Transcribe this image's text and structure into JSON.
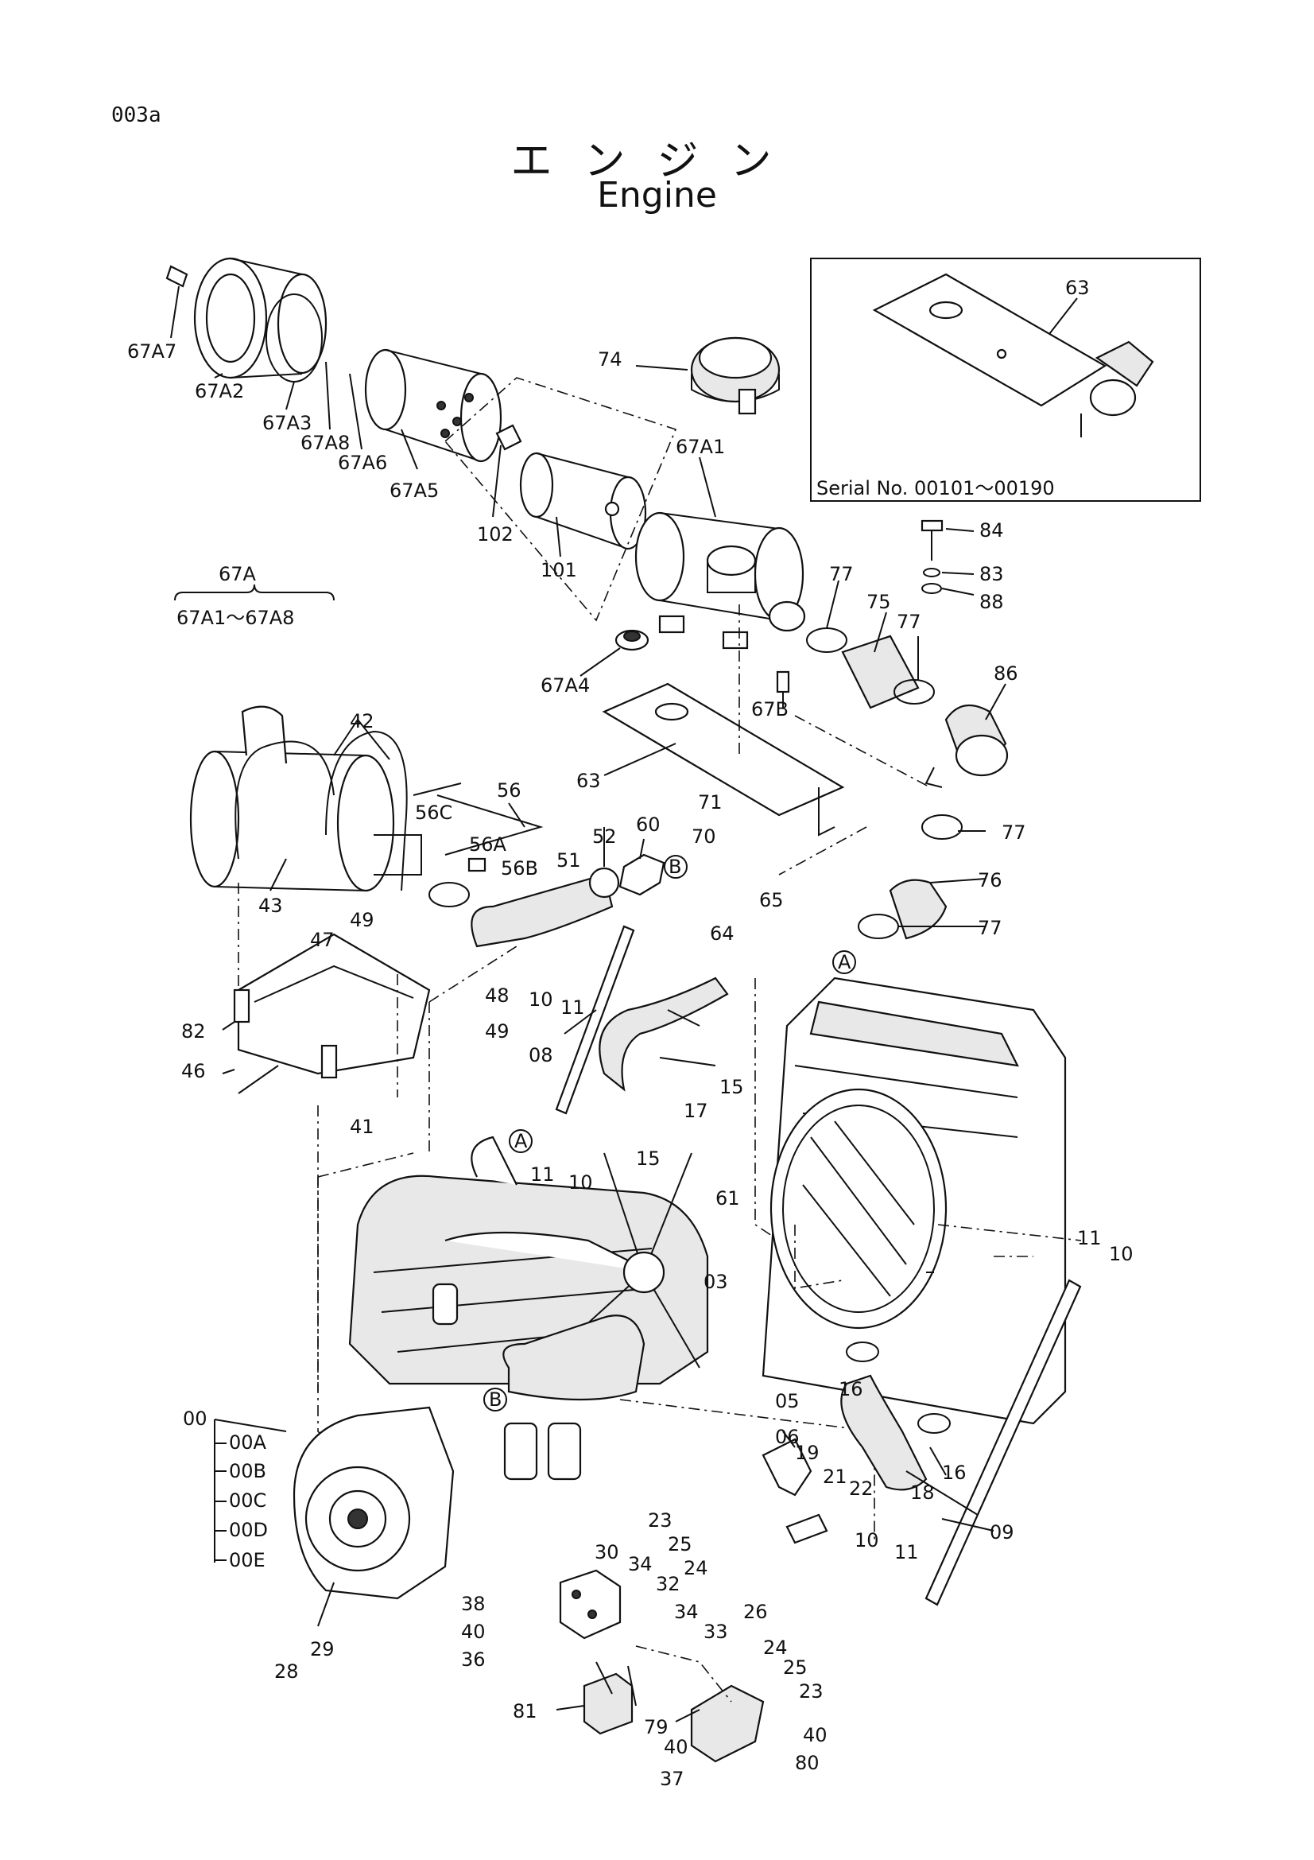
{
  "page_id": "003a",
  "title_jp": "エンジン",
  "title_en": "Engine",
  "inset": {
    "part": "63",
    "serial": "Serial No. 00101～00190"
  },
  "group": {
    "number": "67A",
    "range": "67A1～67A8"
  },
  "engine_items": [
    "00",
    "00A",
    "00B",
    "00C",
    "00D",
    "00E"
  ],
  "labels": {
    "p67A7": "67A7",
    "p67A2": "67A2",
    "p67A3": "67A3",
    "p67A8": "67A8",
    "p67A6": "67A6",
    "p67A5": "67A5",
    "p102": "102",
    "p101": "101",
    "p67A1": "67A1",
    "p74": "74",
    "p67A4": "67A4",
    "p67B": "67B",
    "p63": "63",
    "p84": "84",
    "p83": "83",
    "p88": "88",
    "p77a": "77",
    "p75": "75",
    "p77b": "77",
    "p86": "86",
    "p42": "42",
    "p56": "56",
    "p56C": "56C",
    "p56A": "56A",
    "p56B": "56B",
    "p43": "43",
    "p51": "51",
    "p52": "52",
    "p60": "60",
    "p71": "71",
    "p70": "70",
    "p65": "65",
    "p64": "64",
    "p77c": "77",
    "p76": "76",
    "p77d": "77",
    "p47": "47",
    "p49a": "49",
    "p48": "48",
    "p49b": "49",
    "p10a": "10",
    "p11a": "11",
    "p82": "82",
    "p46": "46",
    "p41": "41",
    "p08": "08",
    "p15a": "15",
    "p17": "17",
    "p11b": "11",
    "p10b": "10",
    "p15b": "15",
    "p61": "61",
    "p03": "03",
    "p11c": "11",
    "p10c": "10",
    "p05": "05",
    "p06": "06",
    "p16a": "16",
    "p16b": "16",
    "p18": "18",
    "p19": "19",
    "p21": "21",
    "p22": "22",
    "p23a": "23",
    "p25a": "25",
    "p24a": "24",
    "p10d": "10",
    "p11d": "11",
    "p09": "09",
    "p30": "30",
    "p34a": "34",
    "p32": "32",
    "p34b": "34",
    "p33": "33",
    "p26": "26",
    "p38": "38",
    "p40a": "40",
    "p36": "36",
    "p24b": "24",
    "p25b": "25",
    "p23b": "23",
    "p28": "28",
    "p29": "29",
    "p81": "81",
    "p79": "79",
    "p40b": "40",
    "p40c": "40",
    "p80": "80",
    "p37": "37",
    "refA": "A",
    "refB": "B"
  }
}
